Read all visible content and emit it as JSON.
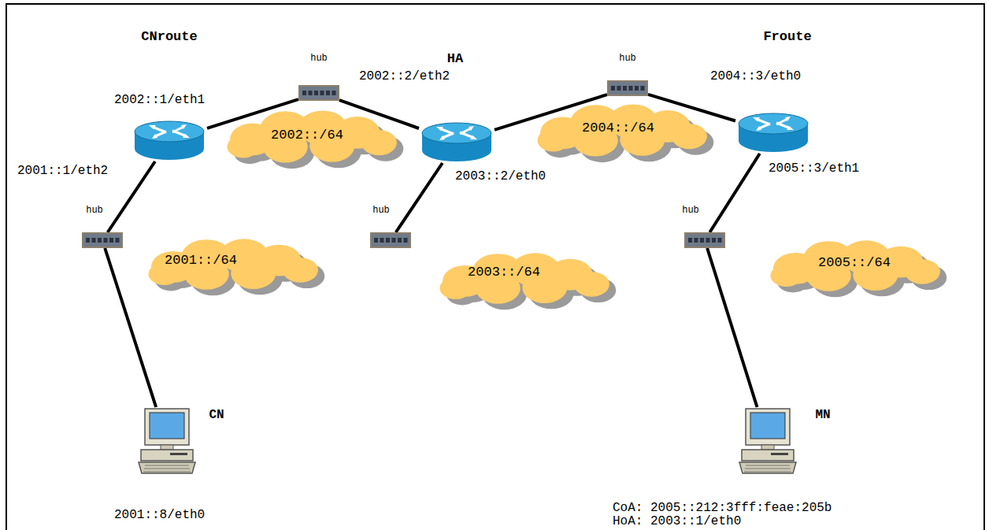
{
  "diagram": {
    "nodes": [
      {
        "text": [
          "CNroute"
        ]
      },
      {
        "text": [
          "hub"
        ]
      },
      {
        "text": [
          "HA"
        ]
      },
      {
        "text": [
          "hub"
        ]
      },
      {
        "text": [
          "Froute"
        ]
      },
      {
        "text": [
          "2002::/64"
        ]
      },
      {
        "text": [
          "2004::/64"
        ]
      },
      {
        "text": [
          "hub"
        ]
      },
      {
        "text": [
          "hub"
        ]
      },
      {
        "text": [
          "hub"
        ]
      },
      {
        "text": [
          "2001::/64"
        ]
      },
      {
        "text": [
          "2003::/64"
        ]
      },
      {
        "text": [
          "2005::/64"
        ]
      },
      {
        "text": [
          "CN"
        ]
      },
      {
        "text": [
          "MN"
        ]
      }
    ],
    "edges": [
      {
        "from": 0,
        "to": 1,
        "arrow": "none"
      },
      {
        "from": 1,
        "to": 2,
        "arrow": "none"
      },
      {
        "from": 2,
        "to": 3,
        "arrow": "none"
      },
      {
        "from": 3,
        "to": 4,
        "arrow": "none"
      },
      {
        "from": 0,
        "to": 7,
        "arrow": "none"
      },
      {
        "from": 2,
        "to": 8,
        "arrow": "none"
      },
      {
        "from": 4,
        "to": 9,
        "arrow": "none"
      },
      {
        "from": 7,
        "to": 13,
        "arrow": "none"
      },
      {
        "from": 9,
        "to": 14,
        "arrow": "none"
      }
    ],
    "labels": [
      "2002::1/eth1",
      "2002::2/eth2",
      "2004::3/eth0",
      "2001::1/eth2",
      "2003::2/eth0",
      "2005::3/eth1",
      "2001::8/eth0",
      "CoA: 2005::212:3fff:feae:205b",
      "HoA: 2003::1/eth0"
    ]
  }
}
